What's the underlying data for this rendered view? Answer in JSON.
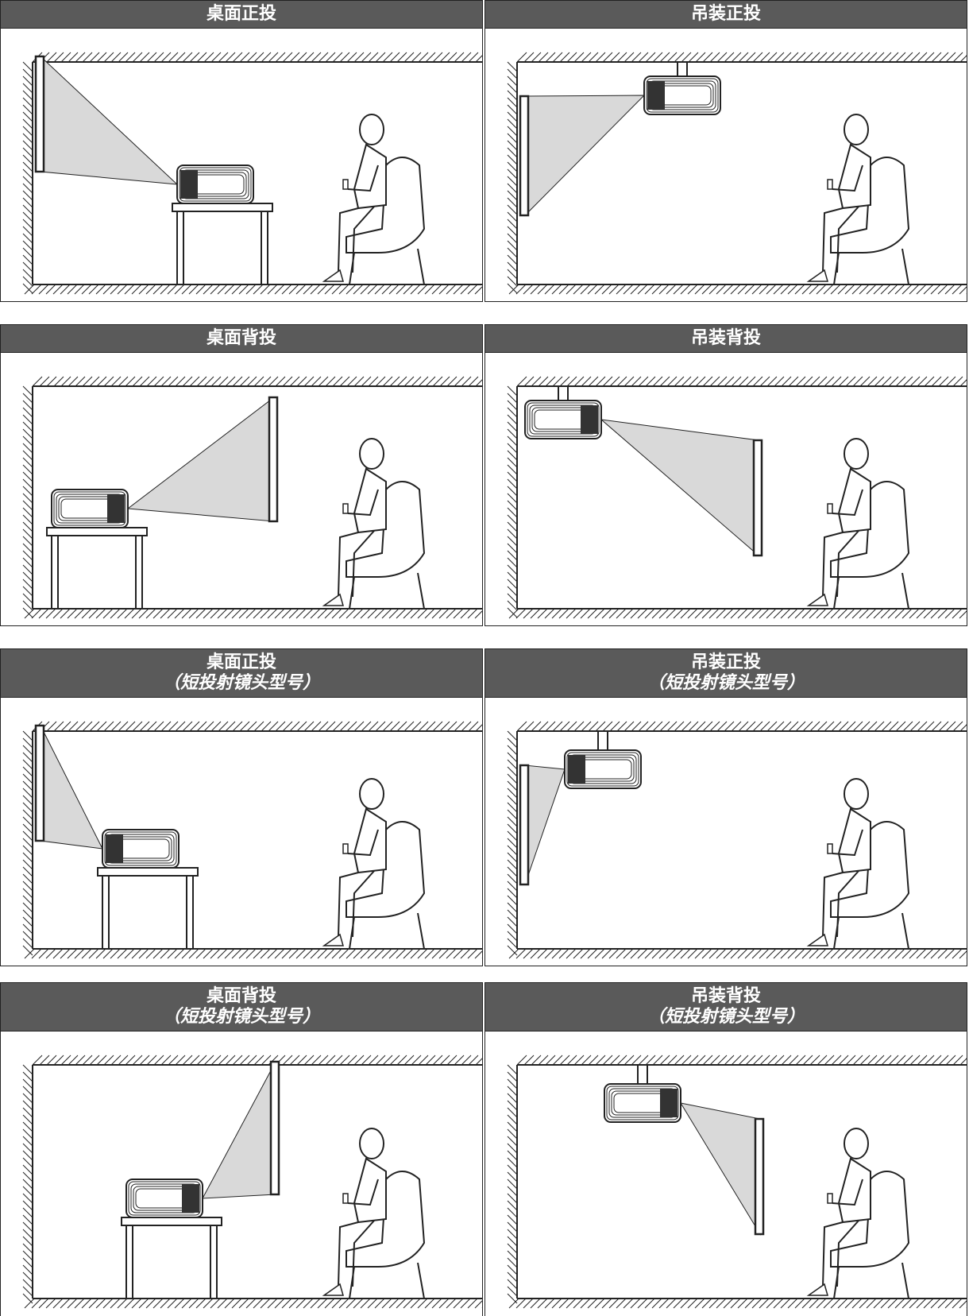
{
  "panels": [
    {
      "title": "桌面正投",
      "subtitle": "",
      "mount": "table",
      "dir": "front",
      "short": false
    },
    {
      "title": "吊装正投",
      "subtitle": "",
      "mount": "ceiling",
      "dir": "front",
      "short": false
    },
    {
      "title": "桌面背投",
      "subtitle": "",
      "mount": "table",
      "dir": "rear",
      "short": false
    },
    {
      "title": "吊装背投",
      "subtitle": "",
      "mount": "ceiling",
      "dir": "rear",
      "short": false
    },
    {
      "title": "桌面正投",
      "subtitle": "（短投射镜头型号）",
      "mount": "table",
      "dir": "front",
      "short": true
    },
    {
      "title": "吊装正投",
      "subtitle": "（短投射镜头型号）",
      "mount": "ceiling",
      "dir": "front",
      "short": true
    },
    {
      "title": "桌面背投",
      "subtitle": "（短投射镜头型号）",
      "mount": "table",
      "dir": "rear",
      "short": true
    },
    {
      "title": "吊装背投",
      "subtitle": "（短投射镜头型号）",
      "mount": "ceiling",
      "dir": "rear",
      "short": true
    }
  ],
  "colors": {
    "header_bg": "#5a5a5a",
    "header_text": "#ffffff",
    "line": "#222222",
    "beam": "#d9d9d9"
  }
}
